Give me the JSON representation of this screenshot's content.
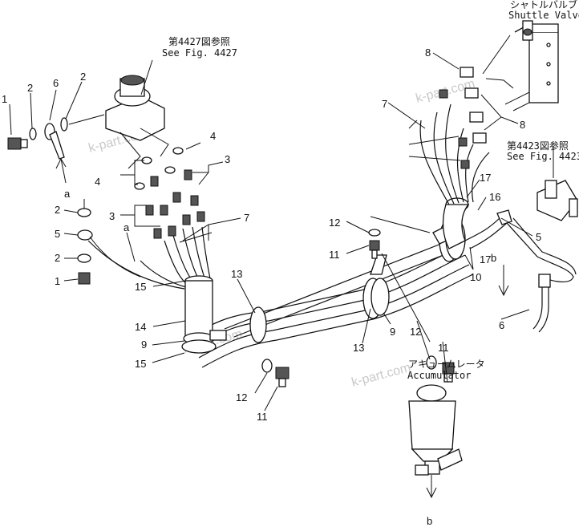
{
  "references": {
    "fig4427_jp": "第4427図参照",
    "fig4427_en": "See Fig. 4427",
    "fig4423_jp": "第4423図参照",
    "fig4423_en": "See Fig. 4423"
  },
  "components": {
    "shuttle_valve_jp": "シャトルバルブ",
    "shuttle_valve_en": "Shuttle Valve",
    "accumulator_jp": "アキュームレータ",
    "accumulator_en": "Accumulator"
  },
  "watermark": "k-part.com",
  "callouts": {
    "n1_top": "1",
    "n2_top": "2",
    "n6": "6",
    "n2_top_b": "2",
    "a_left": "a",
    "n2_mid": "2",
    "n5_left": "5",
    "n2_low": "2",
    "n1_low": "1",
    "n4_right": "4",
    "n4_left": "4",
    "n3_right": "3",
    "n3_left": "3",
    "a_mid": "a",
    "n7_low": "7",
    "n15_top": "15",
    "n14": "14",
    "n9_left": "9",
    "n15_bot": "15",
    "n13_left": "13",
    "n12_bot": "12",
    "n11_bot": "11",
    "n13_mid": "13",
    "n9_mid": "9",
    "n12_mid": "12",
    "n11_mid": "11",
    "n12_top": "12",
    "n11_top": "11",
    "n10": "10",
    "n17_low": "17",
    "n17_top": "17",
    "n16": "16",
    "n5_right": "5",
    "b_right": "b",
    "n6_right": "6",
    "n7_top": "7",
    "n8_top": "8",
    "n8_mid": "8",
    "b_bottom": "b"
  }
}
